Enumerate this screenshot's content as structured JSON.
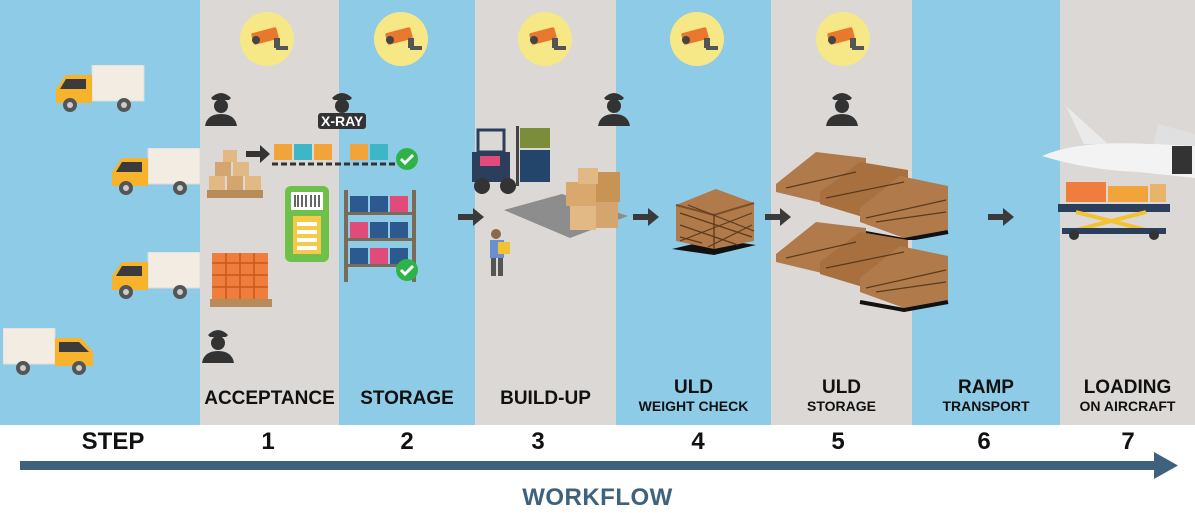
{
  "steps_header": "STEP",
  "stages": [
    {
      "num": "1",
      "title": "ACCEPTANCE",
      "subtitle": ""
    },
    {
      "num": "2",
      "title": "STORAGE",
      "subtitle": ""
    },
    {
      "num": "3",
      "title": "BUILD-UP",
      "subtitle": ""
    },
    {
      "num": "4",
      "title": "ULD",
      "subtitle": "WEIGHT CHECK"
    },
    {
      "num": "5",
      "title": "ULD",
      "subtitle": "STORAGE"
    },
    {
      "num": "6",
      "title": "RAMP",
      "subtitle": "TRANSPORT"
    },
    {
      "num": "7",
      "title": "LOADING",
      "subtitle": "ON AIRCRAFT"
    }
  ],
  "xray_label": "X-RAY",
  "workflow_label": "WORKFLOW",
  "colors": {
    "panel_blue": "#8dcbe6",
    "panel_grey": "#dbd8d5",
    "arrow": "#3e627d",
    "camera_bg": "#f6e886",
    "check": "#2db34a"
  }
}
